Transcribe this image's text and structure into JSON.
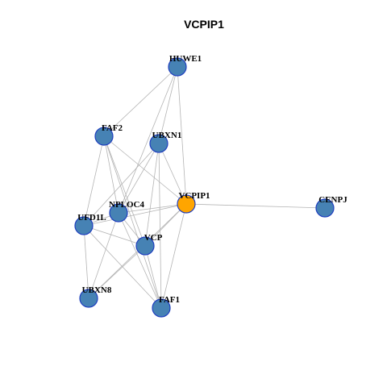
{
  "title": "VCPIP1",
  "colors": {
    "default_node": "#4682B4",
    "highlight_node": "#FFA500",
    "node_border": "#1F3FBF",
    "edge": "#B4B4B4",
    "background": "#FFFFFF"
  },
  "nodes": [
    {
      "id": "HUWE1",
      "label": "HUWE1",
      "highlight": false
    },
    {
      "id": "FAF2",
      "label": "FAF2",
      "highlight": false
    },
    {
      "id": "UBXN1",
      "label": "UBXN1",
      "highlight": false
    },
    {
      "id": "VCPIP1",
      "label": "VCPIP1",
      "highlight": true
    },
    {
      "id": "CENPJ",
      "label": "CENPJ",
      "highlight": false
    },
    {
      "id": "NPLOC4",
      "label": "NPLOC4",
      "highlight": false
    },
    {
      "id": "UFD1L",
      "label": "UFD1L",
      "highlight": false
    },
    {
      "id": "VCP",
      "label": "VCP",
      "highlight": false
    },
    {
      "id": "UBXN8",
      "label": "UBXN8",
      "highlight": false
    },
    {
      "id": "FAF1",
      "label": "FAF1",
      "highlight": false
    }
  ],
  "edges": [
    [
      "HUWE1",
      "FAF2"
    ],
    [
      "HUWE1",
      "UBXN1"
    ],
    [
      "HUWE1",
      "VCPIP1"
    ],
    [
      "HUWE1",
      "NPLOC4"
    ],
    [
      "FAF2",
      "NPLOC4"
    ],
    [
      "FAF2",
      "UFD1L"
    ],
    [
      "FAF2",
      "VCP"
    ],
    [
      "FAF2",
      "VCPIP1"
    ],
    [
      "FAF2",
      "FAF1"
    ],
    [
      "UBXN1",
      "VCPIP1"
    ],
    [
      "UBXN1",
      "NPLOC4"
    ],
    [
      "UBXN1",
      "UFD1L"
    ],
    [
      "UBXN1",
      "VCP"
    ],
    [
      "UBXN1",
      "FAF1"
    ],
    [
      "VCPIP1",
      "CENPJ"
    ],
    [
      "VCPIP1",
      "NPLOC4"
    ],
    [
      "VCPIP1",
      "UFD1L"
    ],
    [
      "VCPIP1",
      "VCP"
    ],
    [
      "VCPIP1",
      "UBXN8"
    ],
    [
      "VCPIP1",
      "FAF1"
    ],
    [
      "NPLOC4",
      "UFD1L"
    ],
    [
      "NPLOC4",
      "VCP"
    ],
    [
      "NPLOC4",
      "UBXN8"
    ],
    [
      "NPLOC4",
      "FAF1"
    ],
    [
      "UFD1L",
      "VCP"
    ],
    [
      "UFD1L",
      "UBXN8"
    ],
    [
      "UFD1L",
      "FAF1"
    ],
    [
      "VCP",
      "UBXN8"
    ],
    [
      "VCP",
      "FAF1"
    ]
  ]
}
